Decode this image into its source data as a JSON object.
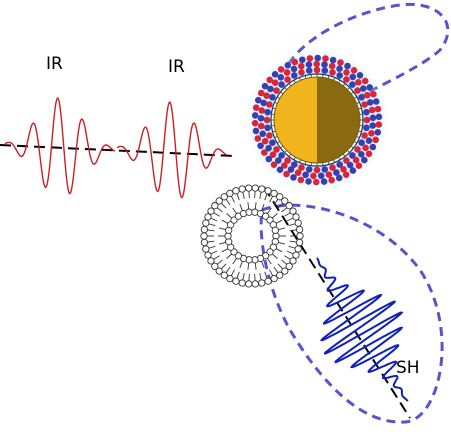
{
  "labels": {
    "ir_1": "IR",
    "ir_2": "IR",
    "sh": "SH"
  },
  "colors": {
    "ir_wave": "#cc1f24",
    "sh_wave": "#1020b8",
    "lobe_dash": "#5555cc",
    "gold_core": "#f0b41e",
    "gold_core_shade": "#8a6a10",
    "glow": "#bfe4f7",
    "ligand_red": "#d9263a",
    "ligand_blue": "#3a3fb0"
  },
  "icons": [
    "gold-nanoparticle-icon",
    "liposome-icon"
  ]
}
